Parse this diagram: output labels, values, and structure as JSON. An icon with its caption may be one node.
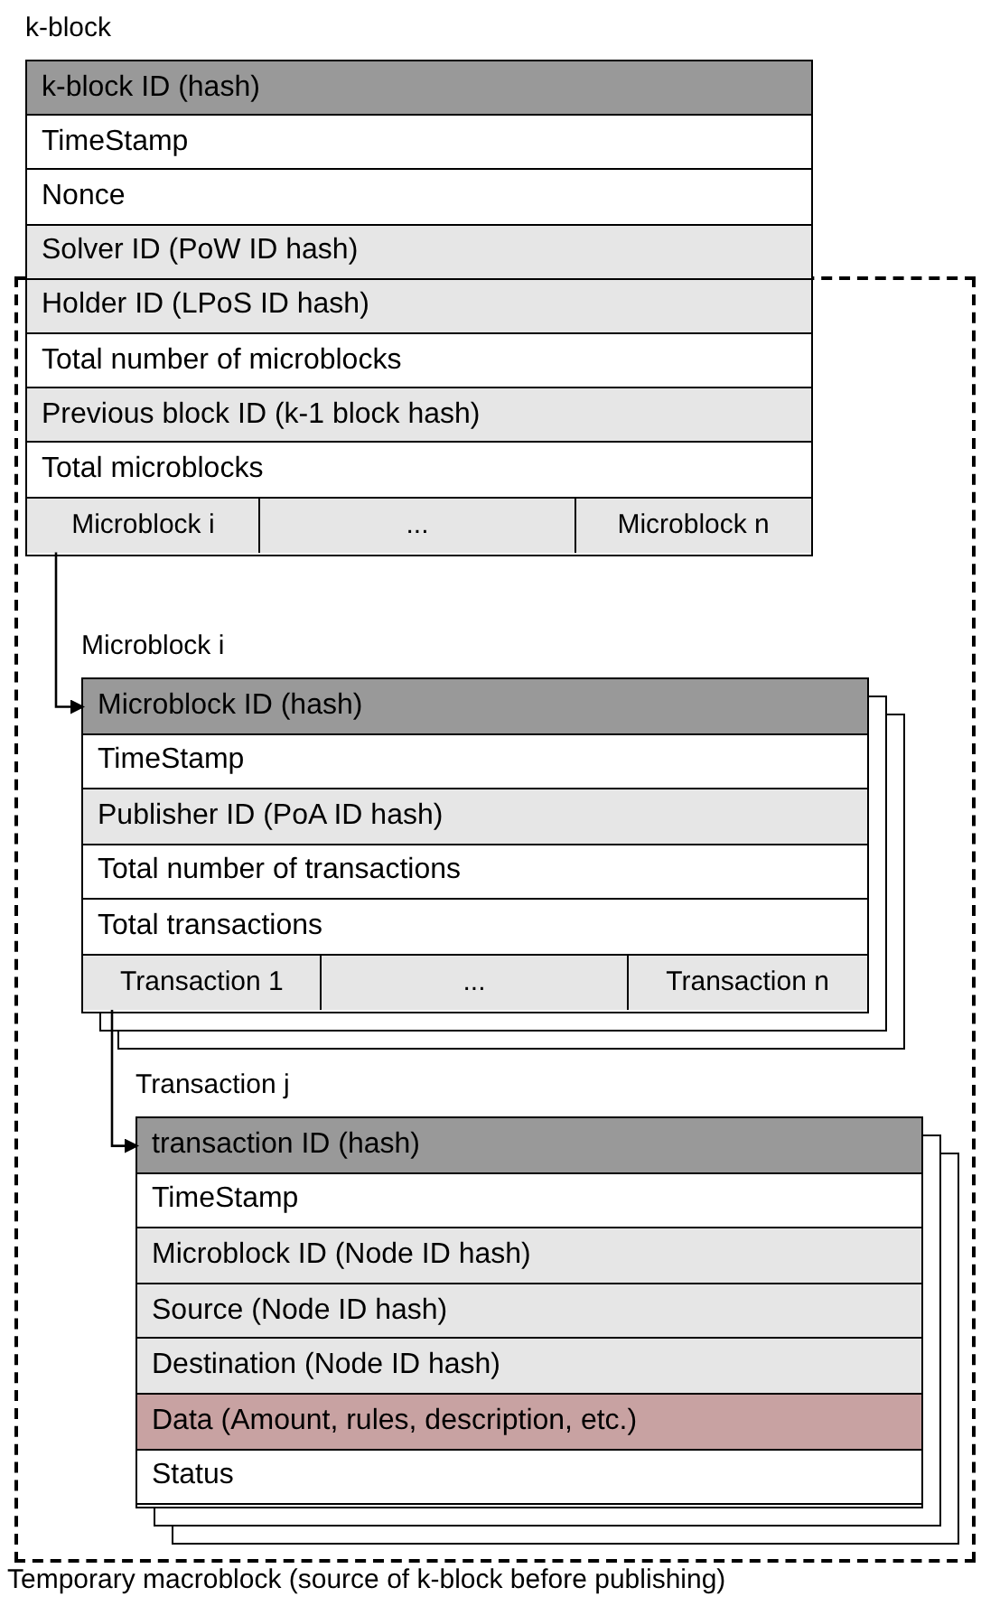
{
  "diagram": {
    "nodes": [
      {
        "text": [
          "Temporary macroblock (source of k-block before publishing)"
        ]
      },
      {
        "text": [
          "k-block"
        ]
      },
      {
        "text": [
          "k-block ID (hash)"
        ],
        "in": 1
      },
      {
        "text": [
          "TimeStamp"
        ],
        "in": 1
      },
      {
        "text": [
          "Nonce"
        ],
        "in": 1
      },
      {
        "text": [
          "Solver ID (PoW ID hash)"
        ],
        "in": 1
      },
      {
        "text": [
          "Holder ID (LPoS ID hash)"
        ]
      },
      {
        "text": [
          "Total number of microblocks"
        ]
      },
      {
        "text": [
          "Previous block ID (k-1 block hash)"
        ]
      },
      {
        "text": [
          "Total microblocks"
        ]
      },
      {
        "text": [
          "Microblock i"
        ]
      },
      {
        "text": [
          "..."
        ]
      },
      {
        "text": [
          "Microblock n"
        ]
      },
      {
        "text": [
          "Microblock i"
        ],
        "in": 0
      },
      {
        "text": [
          "Microblock ID (hash)"
        ],
        "in": 13
      },
      {
        "text": [
          "TimeStamp"
        ],
        "in": 13
      },
      {
        "text": [
          "Publisher ID (PoA ID hash)"
        ],
        "in": 13
      },
      {
        "text": [
          "Total number of transactions"
        ],
        "in": 13
      },
      {
        "text": [
          "Total transactions"
        ],
        "in": 13
      },
      {
        "text": [
          "Transaction 1"
        ],
        "in": 13
      },
      {
        "text": [
          "..."
        ],
        "in": 13
      },
      {
        "text": [
          "Transaction n"
        ],
        "in": 13
      },
      {
        "text": [
          "Transaction j"
        ],
        "in": 0
      },
      {
        "text": [
          "transaction ID (hash)"
        ],
        "in": 22
      },
      {
        "text": [
          "TimeStamp"
        ],
        "in": 22
      },
      {
        "text": [
          "Microblock ID (Node ID hash)"
        ],
        "in": 22
      },
      {
        "text": [
          "Source (Node ID hash)"
        ],
        "in": 22
      },
      {
        "text": [
          "Destination (Node ID hash)"
        ],
        "in": 22
      },
      {
        "text": [
          "Data (Amount, rules, description, etc.)"
        ],
        "in": 22
      },
      {
        "text": [
          "Status"
        ],
        "in": 22
      }
    ],
    "edges": [
      {
        "from": 10,
        "to": 14,
        "arrow": "to"
      },
      {
        "from": 19,
        "to": 23,
        "arrow": "to"
      }
    ]
  }
}
